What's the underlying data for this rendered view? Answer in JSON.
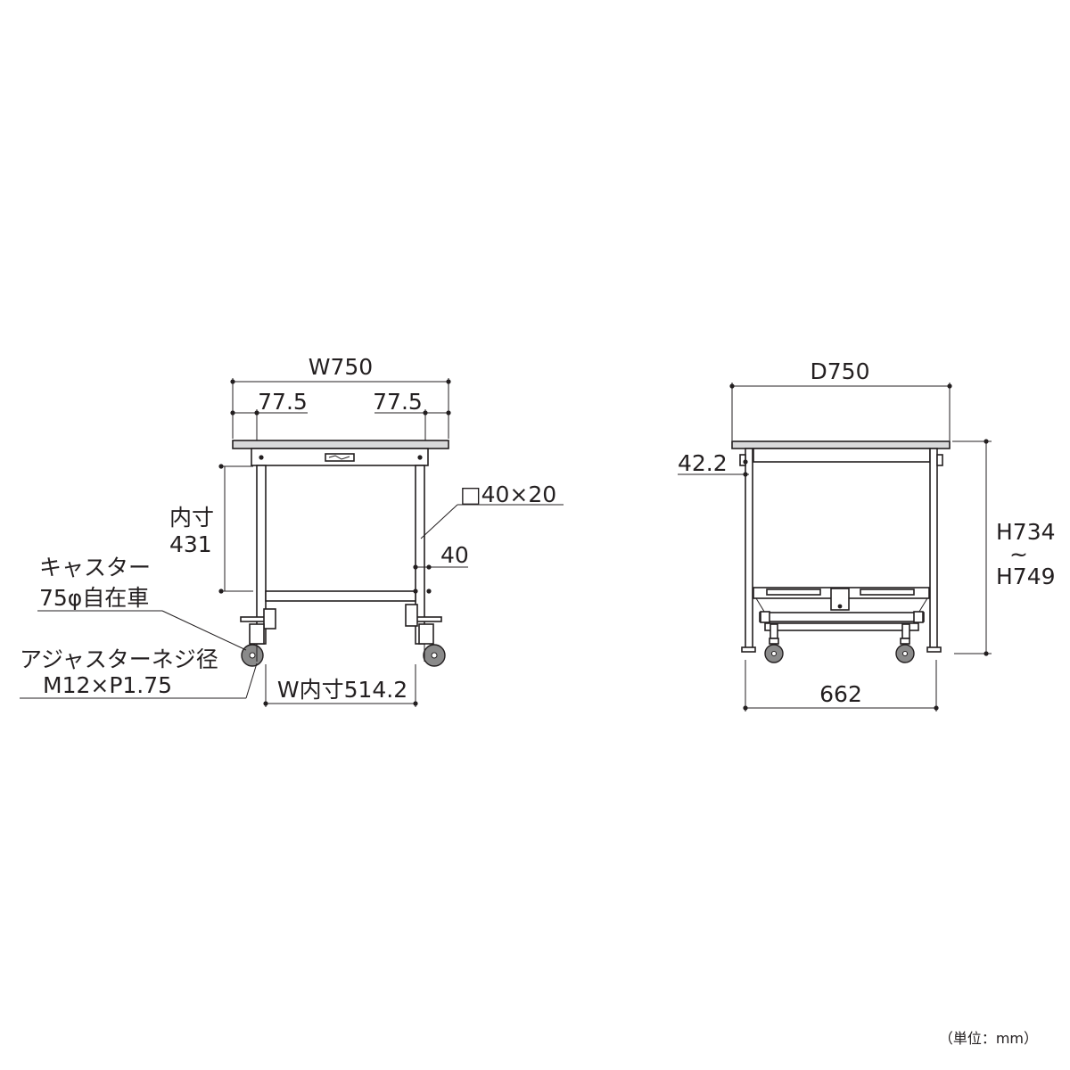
{
  "front_view": {
    "width_total": "W750",
    "left_offset": "77.5",
    "right_offset": "77.5",
    "frame_section": "□40×20",
    "rail_height": "40",
    "inner_height_label": "内寸",
    "inner_height_value": "431",
    "caster_label_line1": "キャスター",
    "caster_label_line2": "75φ自在車",
    "adjuster_label_line1": "アジャスターネジ径",
    "adjuster_label_line2": "M12×P1.75",
    "inner_width": "W内寸514.2"
  },
  "side_view": {
    "depth_total": "D750",
    "top_offset": "42.2",
    "height_min": "H734",
    "height_range_symbol": "~",
    "height_max": "H749",
    "leg_span": "662"
  },
  "unit_note": "（単位：mm）"
}
